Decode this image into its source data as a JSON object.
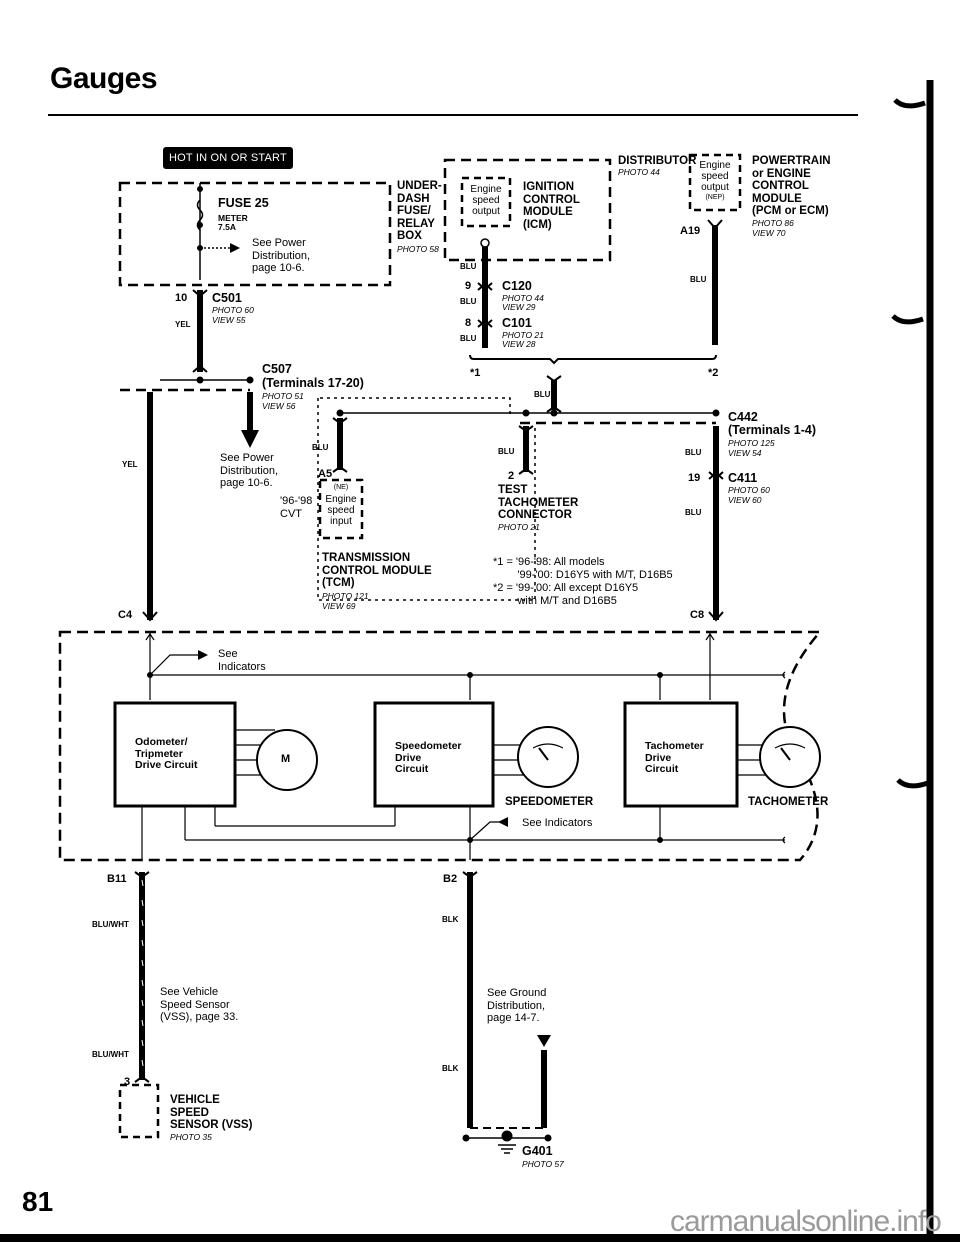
{
  "page": {
    "title": "Gauges",
    "page_number": "81",
    "watermark": "carmanualsonline.info"
  },
  "power": {
    "badge": "HOT IN ON OR START",
    "fuse_name": "FUSE 25",
    "fuse_circuit": "METER",
    "fuse_rating": "7.5A",
    "see_power": "See Power\nDistribution,\npage 10-6.",
    "box_name": "UNDER-\nDASH\nFUSE/\nRELAY\nBOX",
    "box_photo": "PHOTO 58"
  },
  "connectors": {
    "c501": {
      "pin": "10",
      "name": "C501",
      "photo": "PHOTO 60",
      "view": "VIEW 55",
      "wire": "YEL"
    },
    "c507": {
      "name": "C507",
      "terminals": "(Terminals 17-20)",
      "photo": "PHOTO 51",
      "view": "VIEW 56"
    },
    "c120": {
      "pin": "9",
      "name": "C120",
      "photo": "PHOTO 44",
      "view": "VIEW 29"
    },
    "c101": {
      "pin": "8",
      "name": "C101",
      "photo": "PHOTO 21",
      "view": "VIEW 28"
    },
    "c442": {
      "name": "C442",
      "terminals": "(Terminals 1-4)",
      "photo": "PHOTO 125",
      "view": "VIEW 54"
    },
    "c411": {
      "pin": "19",
      "name": "C411",
      "photo": "PHOTO 60",
      "view": "VIEW 60"
    },
    "c4": "C4",
    "c8": "C8",
    "b11": "B11",
    "b2": "B2"
  },
  "distributor": {
    "name": "DISTRIBUTOR",
    "photo": "PHOTO 44",
    "icm_name": "IGNITION\nCONTROL\nMODULE\n(ICM)",
    "icm_output": "Engine\nspeed\noutput"
  },
  "pcm": {
    "name": "POWERTRAIN\nor ENGINE\nCONTROL\nMODULE\n(PCM or ECM)",
    "photo": "PHOTO 86",
    "view": "VIEW 70",
    "output": "Engine\nspeed\noutput",
    "signal": "(NEP)",
    "pin": "A19"
  },
  "tcm": {
    "variant": "'96-'98\nCVT",
    "pin": "A5",
    "signal": "(NE)",
    "input": "Engine\nspeed\ninput",
    "name": "TRANSMISSION\nCONTROL MODULE\n(TCM)",
    "photo": "PHOTO 121",
    "view": "VIEW 69"
  },
  "test_connector": {
    "pin": "2",
    "name": "TEST\nTACHOMETER\nCONNECTOR",
    "photo": "PHOTO 21"
  },
  "notes": {
    "star1_marker": "*1",
    "star2_marker": "*2",
    "star1": "*1 = '96-'98: All models\n        '99-'00: D16Y5 with M/T, D16B5",
    "star2": "*2 = '99-'00: All except D16Y5\n        with M/T and D16B5"
  },
  "wires": {
    "yel": "YEL",
    "blu": "BLU",
    "blu_wht": "BLU/WHT",
    "blk": "BLK"
  },
  "gauge_cluster": {
    "see_indicators_top": "See\nIndicators",
    "see_indicators_bottom": "See Indicators",
    "odometer_circuit": "Odometer/\nTripmeter\nDrive Circuit",
    "motor_label": "M",
    "speedometer_circuit": "Speedometer\nDrive\nCircuit",
    "speedometer_label": "SPEEDOMETER",
    "tachometer_circuit": "Tachometer\nDrive\nCircuit",
    "tachometer_label": "TACHOMETER"
  },
  "vss": {
    "see": "See Vehicle\nSpeed Sensor\n(VSS), page 33.",
    "pin": "3",
    "name": "VEHICLE\nSPEED\nSENSOR (VSS)",
    "photo": "PHOTO 35"
  },
  "ground": {
    "see": "See Ground\nDistribution,\npage 14-7.",
    "name": "G401",
    "photo": "PHOTO 57"
  }
}
